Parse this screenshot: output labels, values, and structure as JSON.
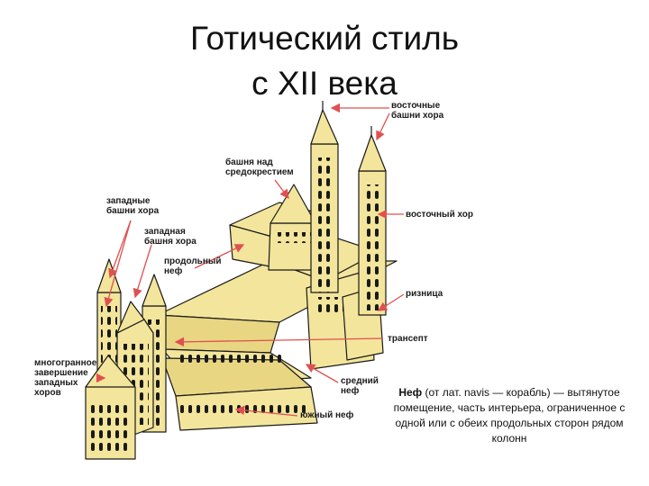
{
  "slide": {
    "title_line1": "Готический стиль",
    "title_line2": "с XII века"
  },
  "labels": {
    "east_choir_towers": [
      "восточные",
      "башни хора"
    ],
    "crossing_tower": [
      "башня над",
      "средокрестием"
    ],
    "west_choir_towers": [
      "западные",
      "башни хора"
    ],
    "west_choir_tower": [
      "западная",
      "башня хора"
    ],
    "longitudinal_nave": [
      "продольный",
      "неф"
    ],
    "east_choir": [
      "восточный хор"
    ],
    "sacristy": [
      "ризница"
    ],
    "transept": [
      "трансепт"
    ],
    "polygonal_west_choir": [
      "многогранное",
      "завершение",
      "западных",
      "хоров"
    ],
    "middle_nave": [
      "средний",
      "неф"
    ],
    "south_nave": [
      "южный неф"
    ]
  },
  "definition": {
    "term": "Неф",
    "text": " (от лат. navis — корабль) — вытянутое помещение, часть интерьера,  ограниченное с одной или с обеих продольных сторон рядом колонн"
  },
  "colors": {
    "building_fill": "#f3e59b",
    "building_shadow": "#d9c46a",
    "outline": "#1a1a1a",
    "arrow": "#e05050"
  }
}
